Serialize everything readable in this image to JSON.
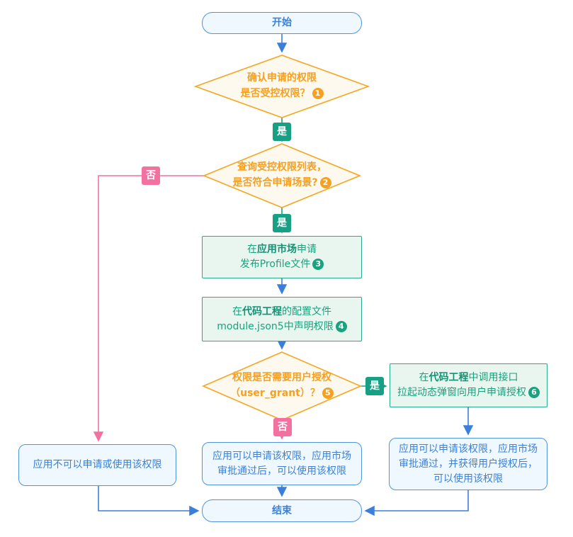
{
  "colors": {
    "blue": "#3c80d8",
    "blue_border": "#4f94de",
    "blue_fill": "#eff8fe",
    "teal": "#1ba185",
    "green_border": "#2aa98c",
    "green_fill": "#e9f6f0",
    "orange": "#f5a021",
    "orange_fill": "#fdf9ee",
    "pink": "#f2719f"
  },
  "nodes": {
    "start": {
      "label": "开始"
    },
    "d1": {
      "line1": "确认申请的权限",
      "line2": "是否受控权限？",
      "num": "1"
    },
    "d2": {
      "line1": "查询受控权限列表，",
      "line2": "是否符合申请场景?",
      "num": "2"
    },
    "market": {
      "l1_pre": "在",
      "l1_bold": "应用市场",
      "l1_post": "申请",
      "line2": "发布Profile文件",
      "num": "3"
    },
    "module": {
      "l1_pre": "在",
      "l1_bold": "代码工程",
      "l1_post": "的配置文件",
      "line2": "module.json5中声明权限",
      "num": "4"
    },
    "d3": {
      "line1": "权限是否需要用户授权",
      "line2": "（user_grant）？",
      "num": "5"
    },
    "popup": {
      "l1_pre": "在",
      "l1_bold": "代码工程",
      "l1_post": "中调用接口",
      "line2": "拉起动态弹窗向用户申请授权",
      "num": "6"
    },
    "no_use": {
      "label": "应用不可以申请或使用该权限"
    },
    "approved": {
      "label": "应用可以申请该权限，应用市场审批通过后，可以使用该权限"
    },
    "granted": {
      "label": "应用可以申请该权限，应用市场审批通过，并获得用户授权后，可以使用该权限"
    },
    "end": {
      "label": "结束"
    }
  },
  "badges": {
    "yes1": "是",
    "yes2": "是",
    "yes3": "是",
    "no_left": "否",
    "no_bottom": "否"
  }
}
